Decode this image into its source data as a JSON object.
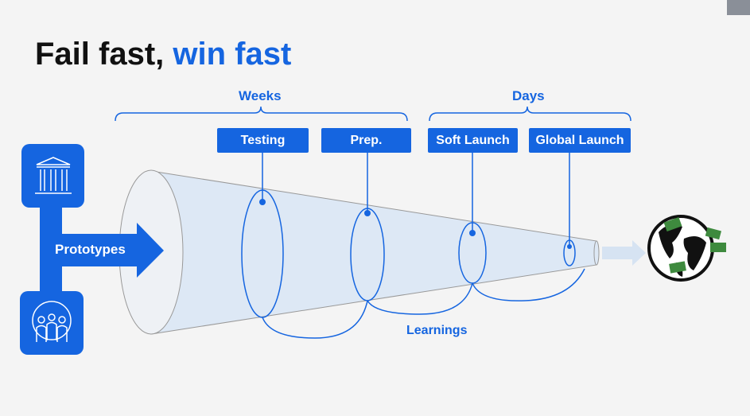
{
  "title": {
    "part1": "Fail fast, ",
    "part2": "win fast"
  },
  "brackets": {
    "weeks": "Weeks",
    "days": "Days"
  },
  "stages": [
    "Testing",
    "Prep.",
    "Soft Launch",
    "Global Launch"
  ],
  "prototypes": "Prototypes",
  "learnings": "Learnings",
  "colors": {
    "accent": "#1565e0",
    "cone": "#dde8f5"
  }
}
